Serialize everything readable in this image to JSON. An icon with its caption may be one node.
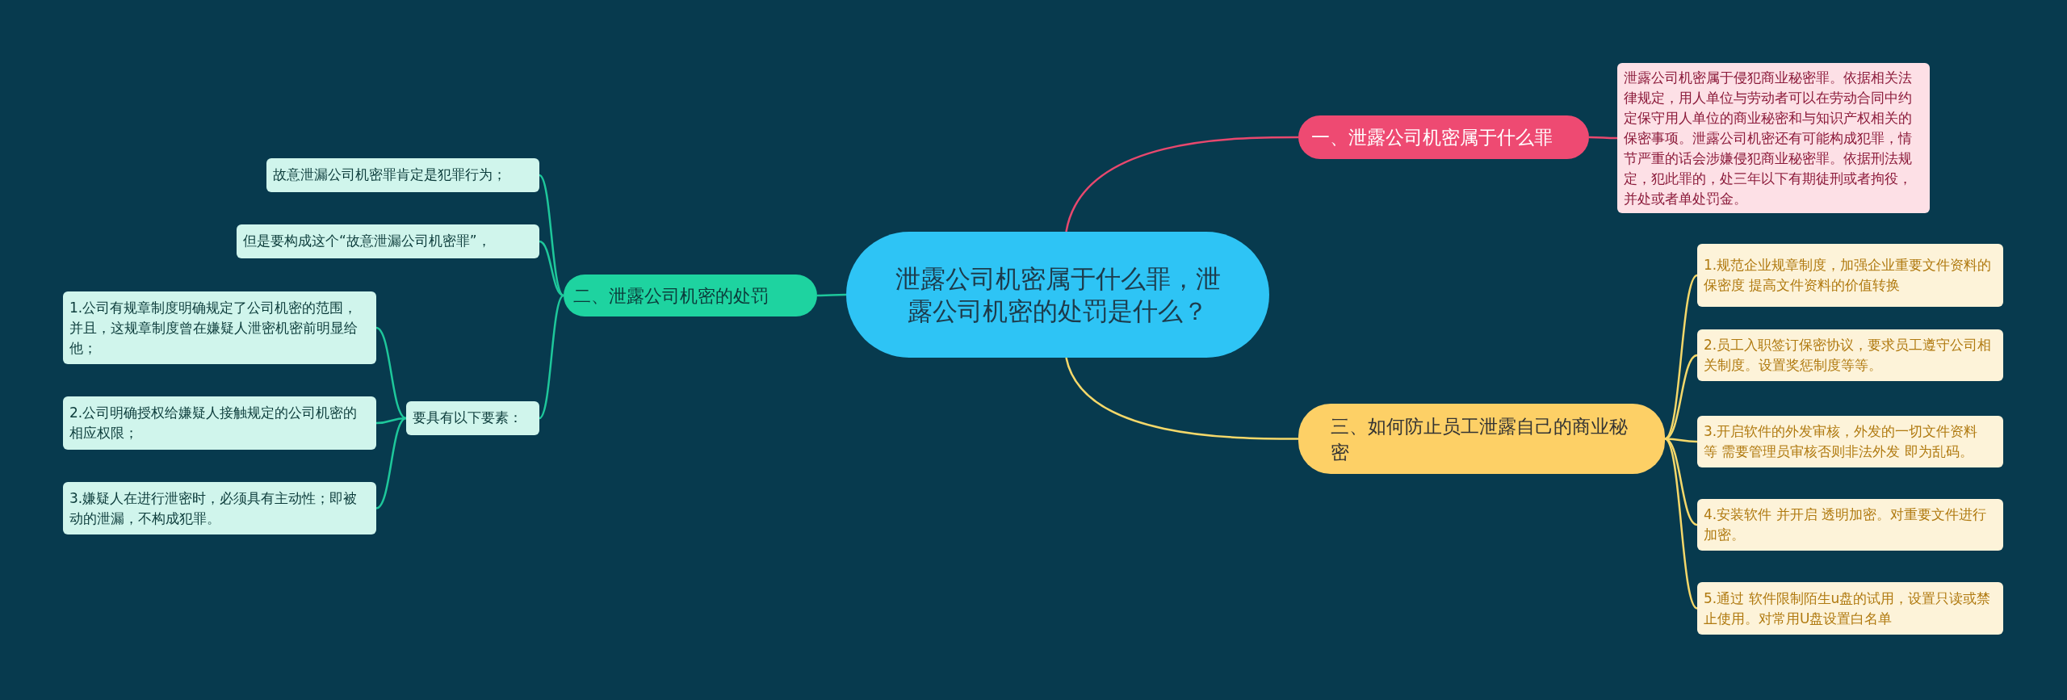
{
  "diagram": {
    "nodes": [
      {
        "text": [
          "泄露公司机密属于什么罪，泄露公司机密的处罚是什么？"
        ]
      },
      {
        "text": [
          "一、泄露公司机密属于什么罪"
        ]
      },
      {
        "text": [
          "泄露公司机密属于侵犯商业秘密罪。依据相关法律规定，用人单位与劳动者可以在劳动合同中约定保守用人单位的商业秘密和与知识产权相关的保密事项。泄露公司机密还有可能构成犯罪，情节严重的话会涉嫌侵犯商业秘密罪。依据刑法规定，犯此罪的，处三年以下有期徒刑或者拘役，并处或者单处罚金。"
        ]
      },
      {
        "text": [
          "二、泄露公司机密的处罚"
        ]
      },
      {
        "text": [
          "故意泄漏公司机密罪肯定是犯罪行为；"
        ]
      },
      {
        "text": [
          "但是要构成这个“故意泄漏公司机密罪”，"
        ]
      },
      {
        "text": [
          "要具有以下要素："
        ]
      },
      {
        "text": [
          "1.公司有规章制度明确规定了公司机密的范围，并且，这规章制度曾在嫌疑人泄密机密前明显给他；"
        ]
      },
      {
        "text": [
          "2.公司明确授权给嫌疑人接触规定的公司机密的相应权限；"
        ]
      },
      {
        "text": [
          "3.嫌疑人在进行泄密时，必须具有主动性；即被动的泄漏，不构成犯罪。"
        ]
      },
      {
        "text": [
          "三、如何防止员工泄露自己的商业秘密"
        ]
      },
      {
        "text": [
          "1.规范企业规章制度，加强企业重要文件资料的保密度 提高文件资料的价值转换"
        ]
      },
      {
        "text": [
          "2.员工入职签订保密协议，要求员工遵守公司相关制度。设置奖惩制度等等。"
        ]
      },
      {
        "text": [
          "3.开启软件的外发审核，外发的一切文件资料等 需要管理员审核否则非法外发 即为乱码。"
        ]
      },
      {
        "text": [
          "4.安装软件 并开启 透明加密。对重要文件进行加密。"
        ]
      },
      {
        "text": [
          "5.通过 软件限制陌生u盘的试用，设置只读或禁止使用。对常用U盘设置白名单"
        ]
      }
    ],
    "edges": [
      {
        "from": 0,
        "to": 1,
        "arrow": "none",
        "color": "#e8486e"
      },
      {
        "from": 1,
        "to": 2,
        "arrow": "none",
        "color": "#e8486e"
      },
      {
        "from": 0,
        "to": 3,
        "arrow": "none",
        "color": "#1ec79b"
      },
      {
        "from": 3,
        "to": 4,
        "arrow": "none",
        "color": "#1ec79b"
      },
      {
        "from": 3,
        "to": 5,
        "arrow": "none",
        "color": "#1ec79b"
      },
      {
        "from": 3,
        "to": 6,
        "arrow": "none",
        "color": "#1ec79b"
      },
      {
        "from": 6,
        "to": 7,
        "arrow": "none",
        "color": "#1ec79b"
      },
      {
        "from": 6,
        "to": 8,
        "arrow": "none",
        "color": "#1ec79b"
      },
      {
        "from": 6,
        "to": 9,
        "arrow": "none",
        "color": "#1ec79b"
      },
      {
        "from": 0,
        "to": 10,
        "arrow": "none",
        "color": "#f5d86a"
      },
      {
        "from": 10,
        "to": 11,
        "arrow": "none",
        "color": "#f5d86a"
      },
      {
        "from": 10,
        "to": 12,
        "arrow": "none",
        "color": "#f5d86a"
      },
      {
        "from": 10,
        "to": 13,
        "arrow": "none",
        "color": "#f5d86a"
      },
      {
        "from": 10,
        "to": 14,
        "arrow": "none",
        "color": "#f5d86a"
      },
      {
        "from": 10,
        "to": 15,
        "arrow": "none",
        "color": "#f5d86a"
      }
    ]
  }
}
